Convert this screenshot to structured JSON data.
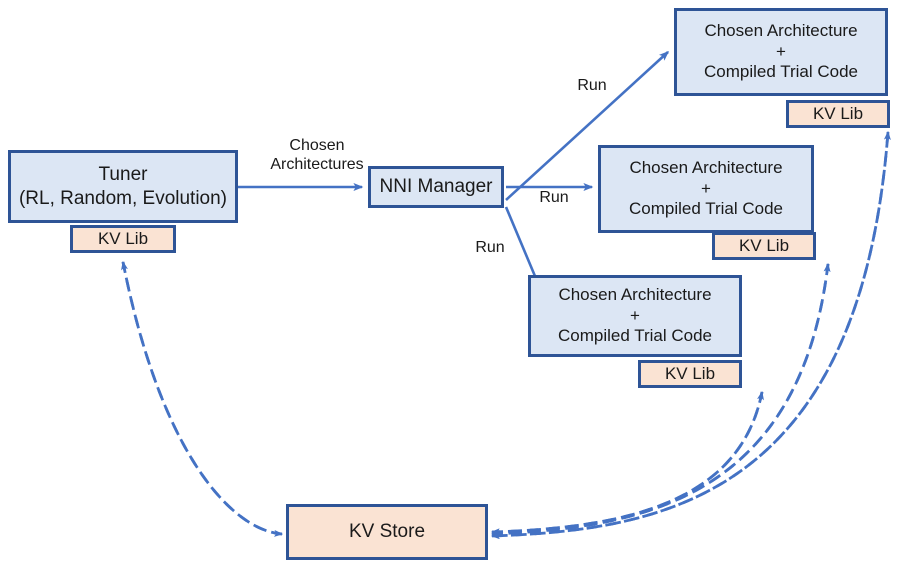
{
  "diagram": {
    "title": "NNI Tuner / Trial / KV Store architecture",
    "colors": {
      "box_border": "#2e5496",
      "box_fill_blue": "#dce6f4",
      "box_fill_peach": "#fae3d3",
      "arrow": "#4472c4",
      "background": "#ffffff",
      "text": "#1a1a1a"
    },
    "nodes": {
      "tuner": {
        "label": "Tuner\n(RL, Random, Evolution)"
      },
      "tuner_kvlib": {
        "label": "KV Lib"
      },
      "nni_manager": {
        "label": "NNI Manager"
      },
      "trial_1": {
        "label": "Chosen Architecture\n+\nCompiled Trial Code"
      },
      "trial_1_kvlib": {
        "label": "KV Lib"
      },
      "trial_2": {
        "label": "Chosen Architecture\n+\nCompiled Trial Code"
      },
      "trial_2_kvlib": {
        "label": "KV Lib"
      },
      "trial_3": {
        "label": "Chosen Architecture\n+\nCompiled Trial Code"
      },
      "trial_3_kvlib": {
        "label": "KV Lib"
      },
      "kv_store": {
        "label": "KV Store"
      }
    },
    "edge_labels": {
      "chosen_architectures": "Chosen\nArchitectures",
      "run_top": "Run",
      "run_mid": "Run",
      "run_bottom": "Run"
    }
  }
}
